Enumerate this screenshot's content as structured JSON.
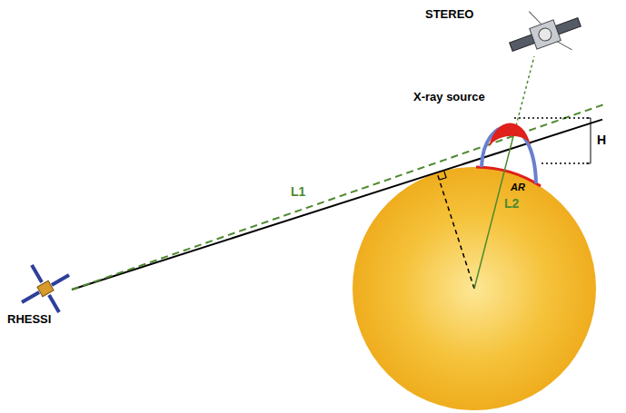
{
  "diagram": {
    "labels": [
      "STEREO",
      "X-ray source",
      "H",
      "L1",
      "L2",
      "AR",
      "RHESSI"
    ]
  }
}
